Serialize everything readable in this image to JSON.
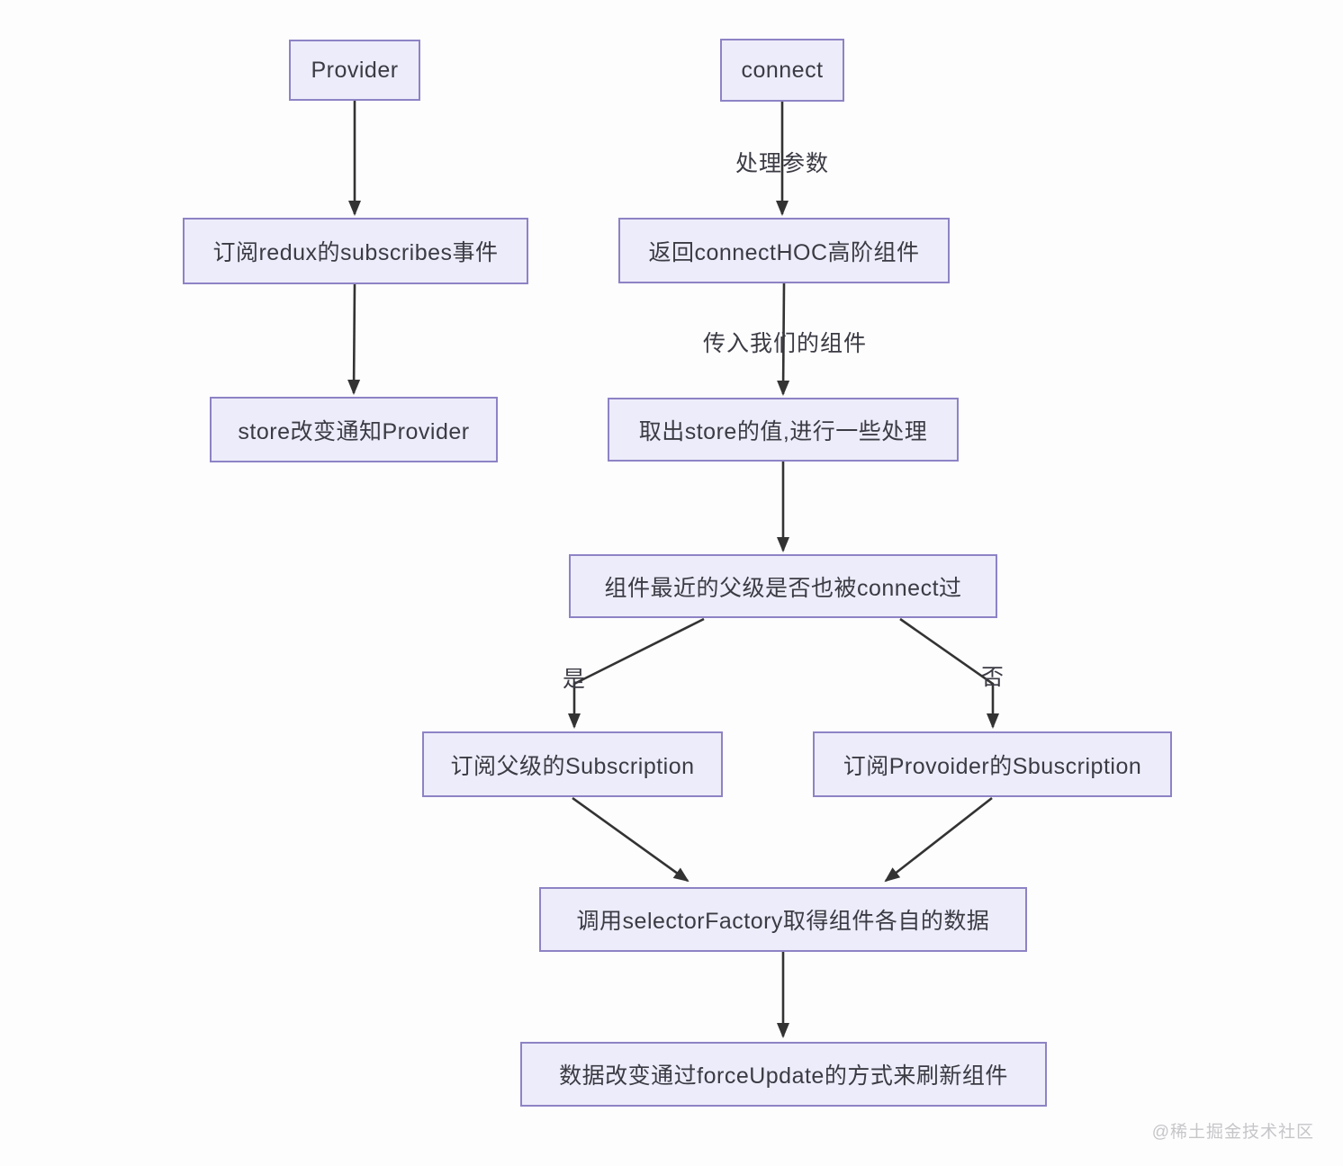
{
  "diagram": {
    "watermark": "@稀土掘金技术社区",
    "colors": {
      "node_fill": "#edecfa",
      "node_border": "#8d83c5",
      "node_text": "#3b3b44",
      "arrow": "#333333",
      "watermark": "#c6c6c9",
      "background": "#fdfdfe"
    },
    "nodes": [
      {
        "id": "provider",
        "label": "Provider"
      },
      {
        "id": "connect",
        "label": "connect"
      },
      {
        "id": "subscribe-redux",
        "label": "订阅redux的subscribes事件"
      },
      {
        "id": "return-hoc",
        "label": "返回connectHOC高阶组件"
      },
      {
        "id": "store-change",
        "label": "store改变通知Provider"
      },
      {
        "id": "take-store",
        "label": "取出store的值,进行一些处理"
      },
      {
        "id": "parent-connected",
        "label": "组件最近的父级是否也被connect过"
      },
      {
        "id": "subscribe-parent",
        "label": "订阅父级的Subscription"
      },
      {
        "id": "subscribe-provider",
        "label": "订阅Provoider的Sbuscription"
      },
      {
        "id": "selector-factory",
        "label": "调用selectorFactory取得组件各自的数据"
      },
      {
        "id": "force-update",
        "label": "数据改变通过forceUpdate的方式来刷新组件"
      }
    ],
    "edge_labels": [
      {
        "id": "process-args",
        "text": "处理参数"
      },
      {
        "id": "pass-component",
        "text": "传入我们的组件"
      },
      {
        "id": "yes",
        "text": "是"
      },
      {
        "id": "no",
        "text": "否"
      }
    ]
  }
}
